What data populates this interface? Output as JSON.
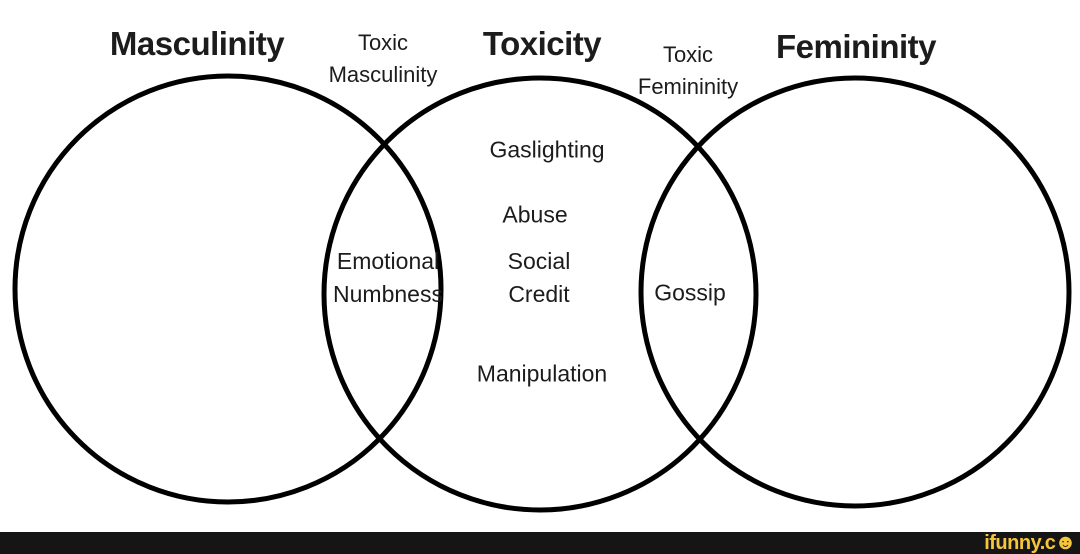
{
  "diagram": {
    "type": "venn",
    "sets": [
      "Masculinity",
      "Toxicity",
      "Femininity"
    ],
    "titles": {
      "masculinity": "Masculinity",
      "toxicity": "Toxicity",
      "femininity": "Femininity"
    },
    "intersection_headings": {
      "toxic_masculinity": {
        "line1": "Toxic",
        "line2": "Masculinity"
      },
      "toxic_femininity": {
        "line1": "Toxic",
        "line2": "Femininity"
      }
    },
    "toxicity_only_items": {
      "gaslighting": "Gaslighting",
      "abuse": "Abuse",
      "social_credit": {
        "line1": "Social",
        "line2": "Credit"
      },
      "manipulation": "Manipulation"
    },
    "masculinity_toxicity_items": {
      "emotional_numbness": {
        "line1": "Emotional",
        "line2": "Numbness"
      }
    },
    "toxicity_femininity_items": {
      "gossip": "Gossip"
    }
  },
  "footer": {
    "watermark_text": "ifunny.c",
    "smiley": "☻"
  },
  "colors": {
    "circle_stroke": "#000000",
    "background": "#ffffff",
    "footer_bar": "#151515",
    "watermark_yellow": "#f5c53c"
  }
}
